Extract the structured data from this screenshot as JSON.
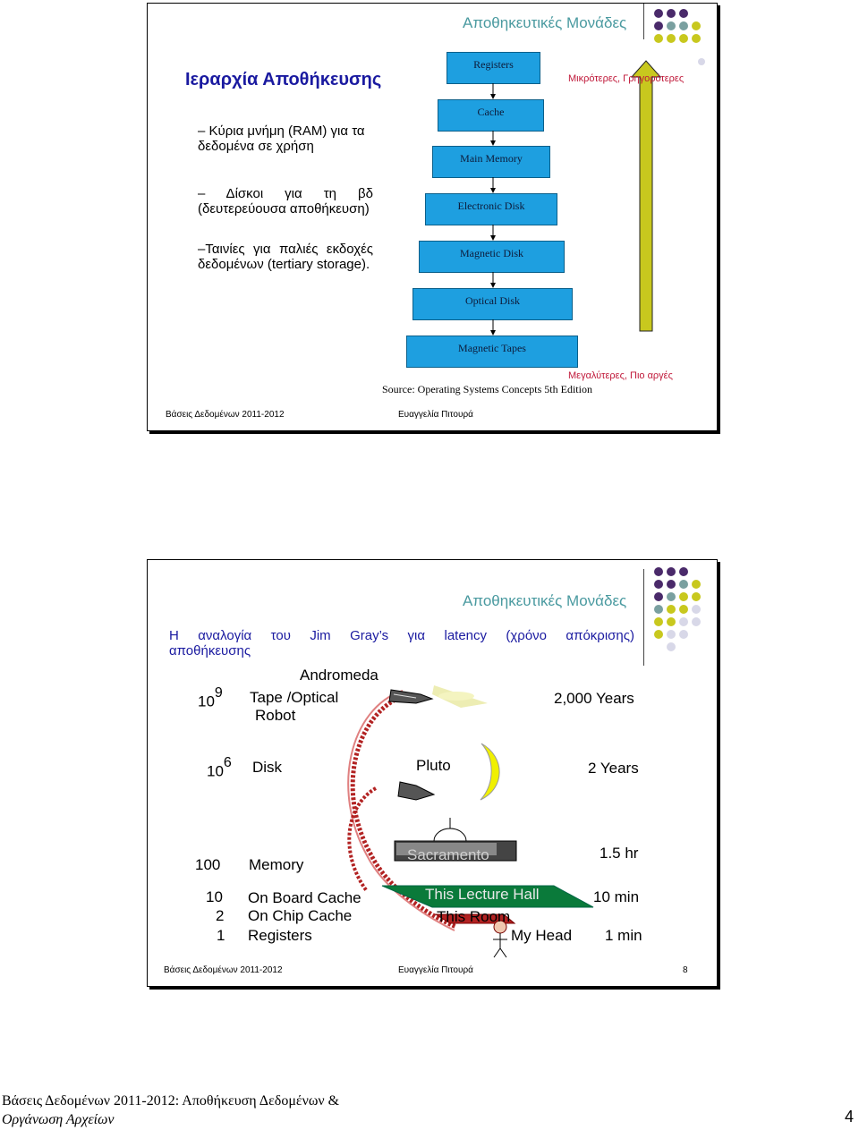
{
  "slide1": {
    "header": "Αποθηκευτικές Μονάδες",
    "title": "Ιεραρχία Αποθήκευσης",
    "bullets": [
      "– Κύρια μνήμη (RAM) για τα δεδομένα σε χρήση",
      "– Δίσκοι για τη βδ (δευτερεύουσα αποθήκευση)",
      "–Ταινίες για παλιές εκδοχές δεδομένων (tertiary storage)."
    ],
    "hierarchy": [
      "Registers",
      "Cache",
      "Main Memory",
      "Electronic Disk",
      "Magnetic Disk",
      "Optical Disk",
      "Magnetic Tapes"
    ],
    "top_label": "Μικρότερες, Γρηγορότερες",
    "bottom_label": "Μεγαλύτερες, Πιο αργές",
    "source": "Source: Operating Systems Concepts 5th Edition",
    "footer_left": "Βάσεις Δεδομένων 2011-2012",
    "footer_center": "Ευαγγελία Πιτουρά",
    "colors": {
      "box": "#1e9fe0",
      "arrow": "#c8c81e",
      "title": "#1a1aa0",
      "accent": "#c0193a"
    }
  },
  "slide2": {
    "header": "Αποθηκευτικές Μονάδες",
    "heading_line1": "Η αναλογία του Jim Gray’s για latency (χρόνο απόκρισης)",
    "heading_line2": "αποθήκευσης",
    "andromeda": "Andromeda",
    "row_tape": {
      "mag": "10",
      "exp": "9",
      "label_line1": "Tape /Optical",
      "label_line2": "Robot",
      "time": "2,000 Years"
    },
    "row_disk": {
      "mag": "10",
      "exp": "6",
      "label": "Disk",
      "place": "Pluto",
      "time": "2 Years"
    },
    "row_memory": {
      "mag": "100",
      "label": "Memory",
      "place": "Sacramento",
      "time": "1.5 hr"
    },
    "row_board": {
      "mag": "10",
      "label": "On Board  Cache",
      "place": "This Lecture Hall",
      "time": "10 min"
    },
    "row_chip": {
      "mag": "2",
      "label": "On Chip Cache",
      "place": "This Room"
    },
    "row_reg": {
      "mag": "1",
      "label": "Registers",
      "place": "My Head",
      "time": "1 min"
    },
    "footer_left": "Βάσεις Δεδομένων 2011-2012",
    "footer_center": "Ευαγγελία Πιτουρά",
    "page_number": "8"
  },
  "page_footer": {
    "line1": "Βάσεις Δεδομένων 2011-2012: Αποθήκευση Δεδομένων &",
    "line2": "Οργάνωση Αρχείων",
    "page": "4"
  }
}
